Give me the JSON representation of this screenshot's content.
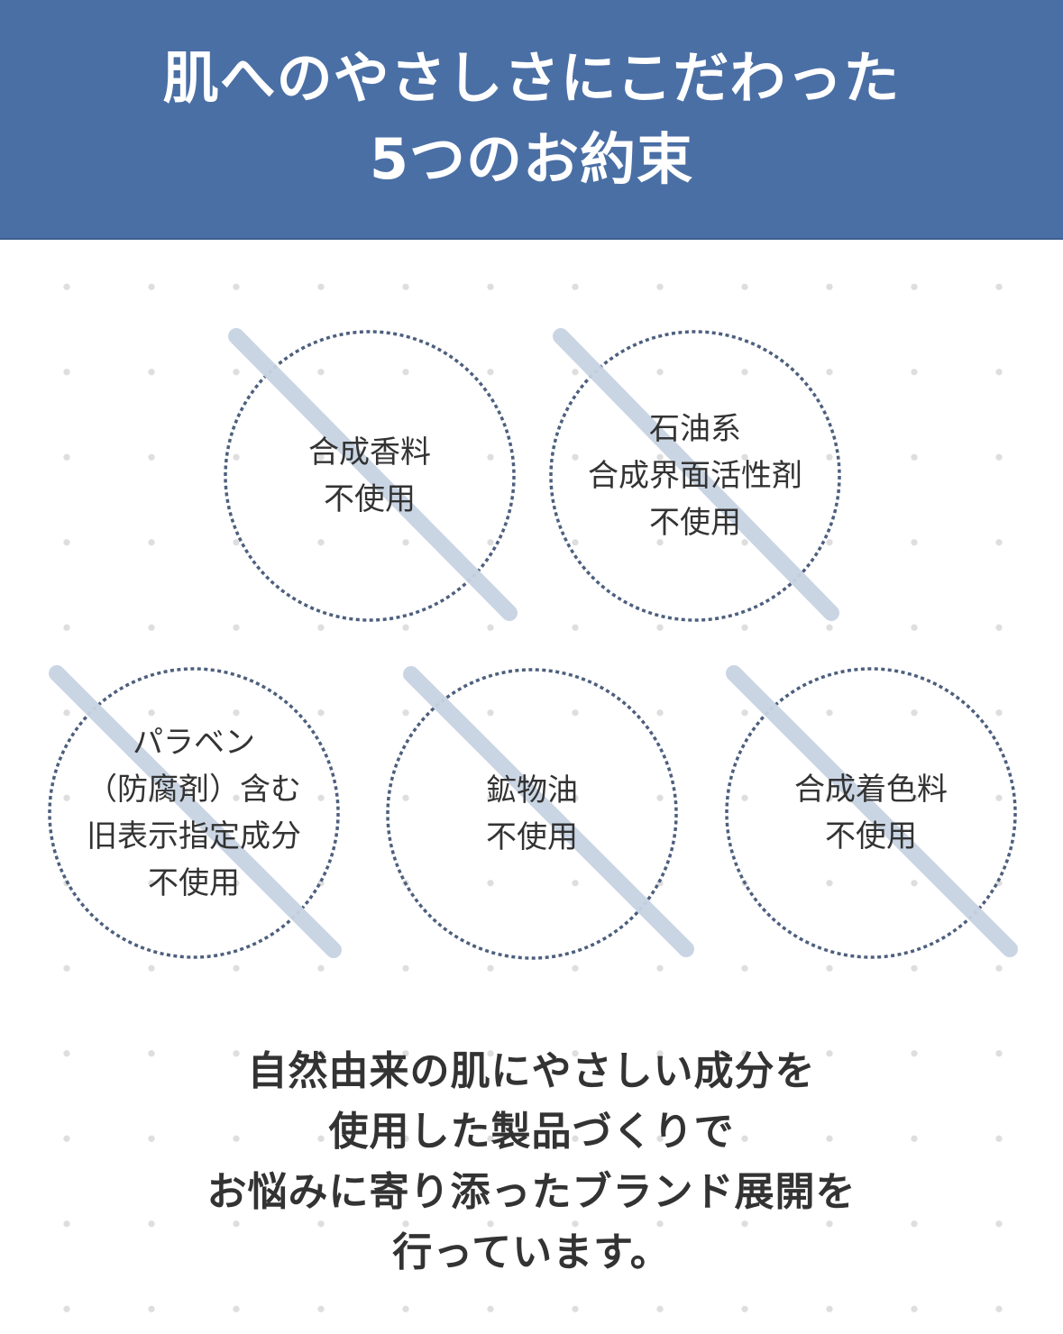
{
  "header": {
    "title_lines": [
      "肌へのやさしさにこだわった",
      "5つのお約束"
    ],
    "background_color": "#4a6fa5",
    "text_color": "#ffffff"
  },
  "badges": [
    {
      "lines": [
        "合成香料",
        "不使用"
      ]
    },
    {
      "lines": [
        "石油系",
        "合成界面活性剤",
        "不使用"
      ]
    },
    {
      "lines": [
        "パラベン",
        "（防腐剤）含む",
        "旧表示指定成分",
        "不使用"
      ]
    },
    {
      "lines": [
        "鉱物油",
        "不使用"
      ]
    },
    {
      "lines": [
        "合成着色料",
        "不使用"
      ]
    }
  ],
  "badge_style": {
    "circle_border_color": "#4d5f7d",
    "strike_line_color": "#c8d3e3",
    "text_color": "#333333"
  },
  "footer": {
    "lines": [
      "自然由来の肌にやさしい成分を",
      "使用した製品づくりで",
      "お悩みに寄り添ったブランド展開を",
      "行っています。"
    ]
  }
}
